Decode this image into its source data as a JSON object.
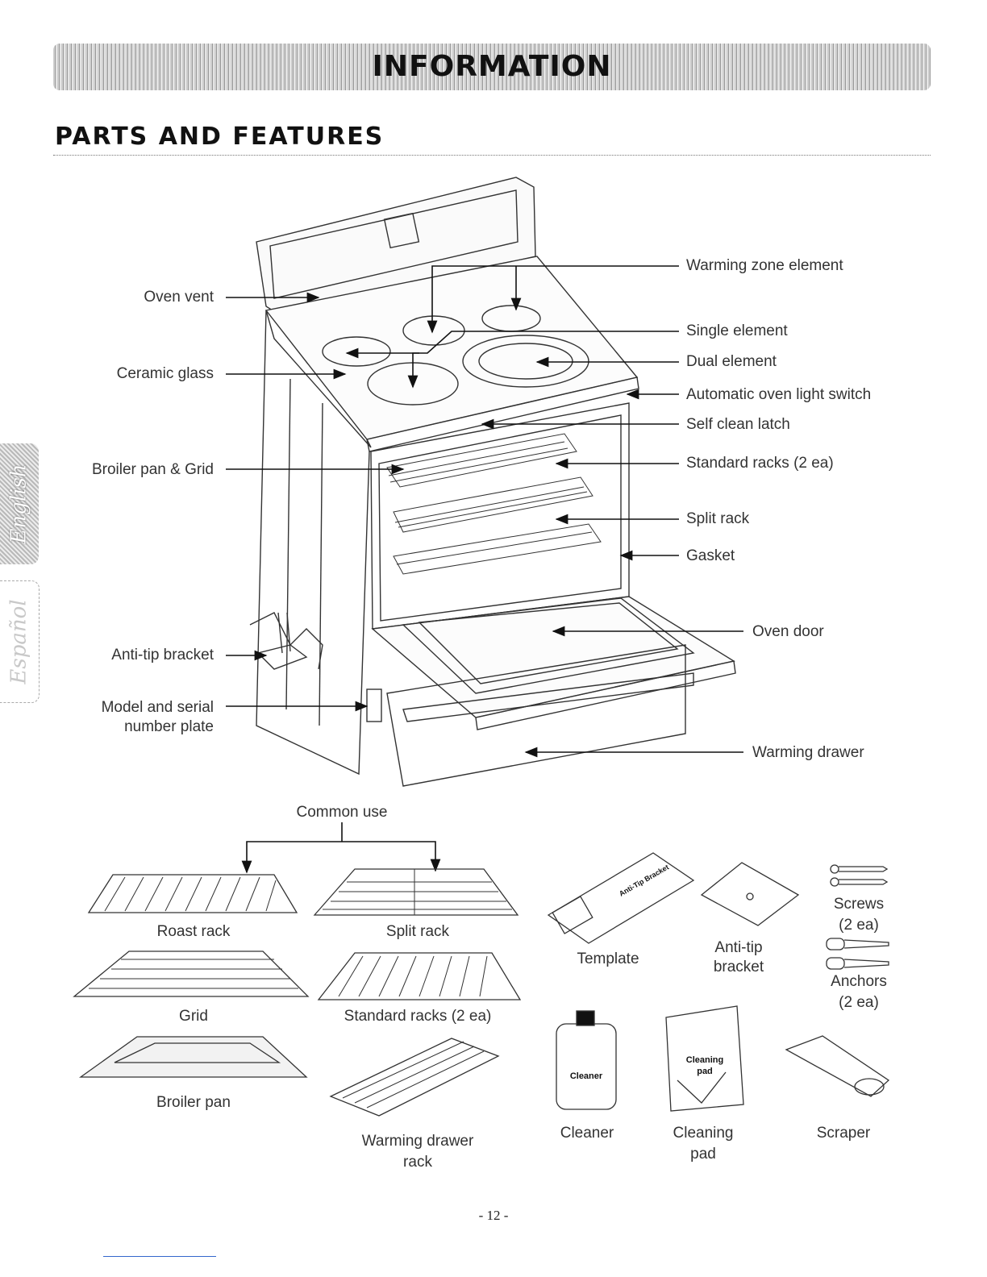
{
  "banner": {
    "title": "INFORMATION"
  },
  "section": {
    "title": "PARTS AND FEATURES"
  },
  "tabs": {
    "english": "English",
    "espanol": "Español"
  },
  "range_labels": {
    "oven_vent": "Oven vent",
    "ceramic_glass": "Ceramic glass",
    "broiler_pan_grid": "Broiler pan & Grid",
    "anti_tip_bracket": "Anti-tip bracket",
    "model_serial_1": "Model and serial",
    "model_serial_2": "number plate",
    "warming_zone": "Warming zone element",
    "single_element": "Single element",
    "dual_element": "Dual element",
    "oven_light_switch": "Automatic oven light switch",
    "self_clean_latch": "Self clean latch",
    "standard_racks": "Standard racks (2 ea)",
    "split_rack": "Split rack",
    "gasket": "Gasket",
    "oven_door": "Oven door",
    "warming_drawer": "Warming drawer"
  },
  "accessories": {
    "common_use": "Common use",
    "roast_rack": "Roast rack",
    "split_rack": "Split rack",
    "grid": "Grid",
    "standard_racks": "Standard racks (2 ea)",
    "broiler_pan": "Broiler pan",
    "warming_drawer_rack_1": "Warming drawer",
    "warming_drawer_rack_2": "rack",
    "template": "Template",
    "template_print": "Anti-Tip Bracket",
    "anti_tip_1": "Anti-tip",
    "anti_tip_2": "bracket",
    "screws_1": "Screws",
    "screws_2": "(2 ea)",
    "anchors_1": "Anchors",
    "anchors_2": "(2 ea)",
    "cleaner": "Cleaner",
    "cleaner_bottle_text": "Cleaner",
    "cleaning_pad_1": "Cleaning",
    "cleaning_pad_2": "pad",
    "pad_bag_text_1": "Cleaning",
    "pad_bag_text_2": "pad",
    "scraper": "Scraper"
  },
  "page_number": "- 12 -"
}
